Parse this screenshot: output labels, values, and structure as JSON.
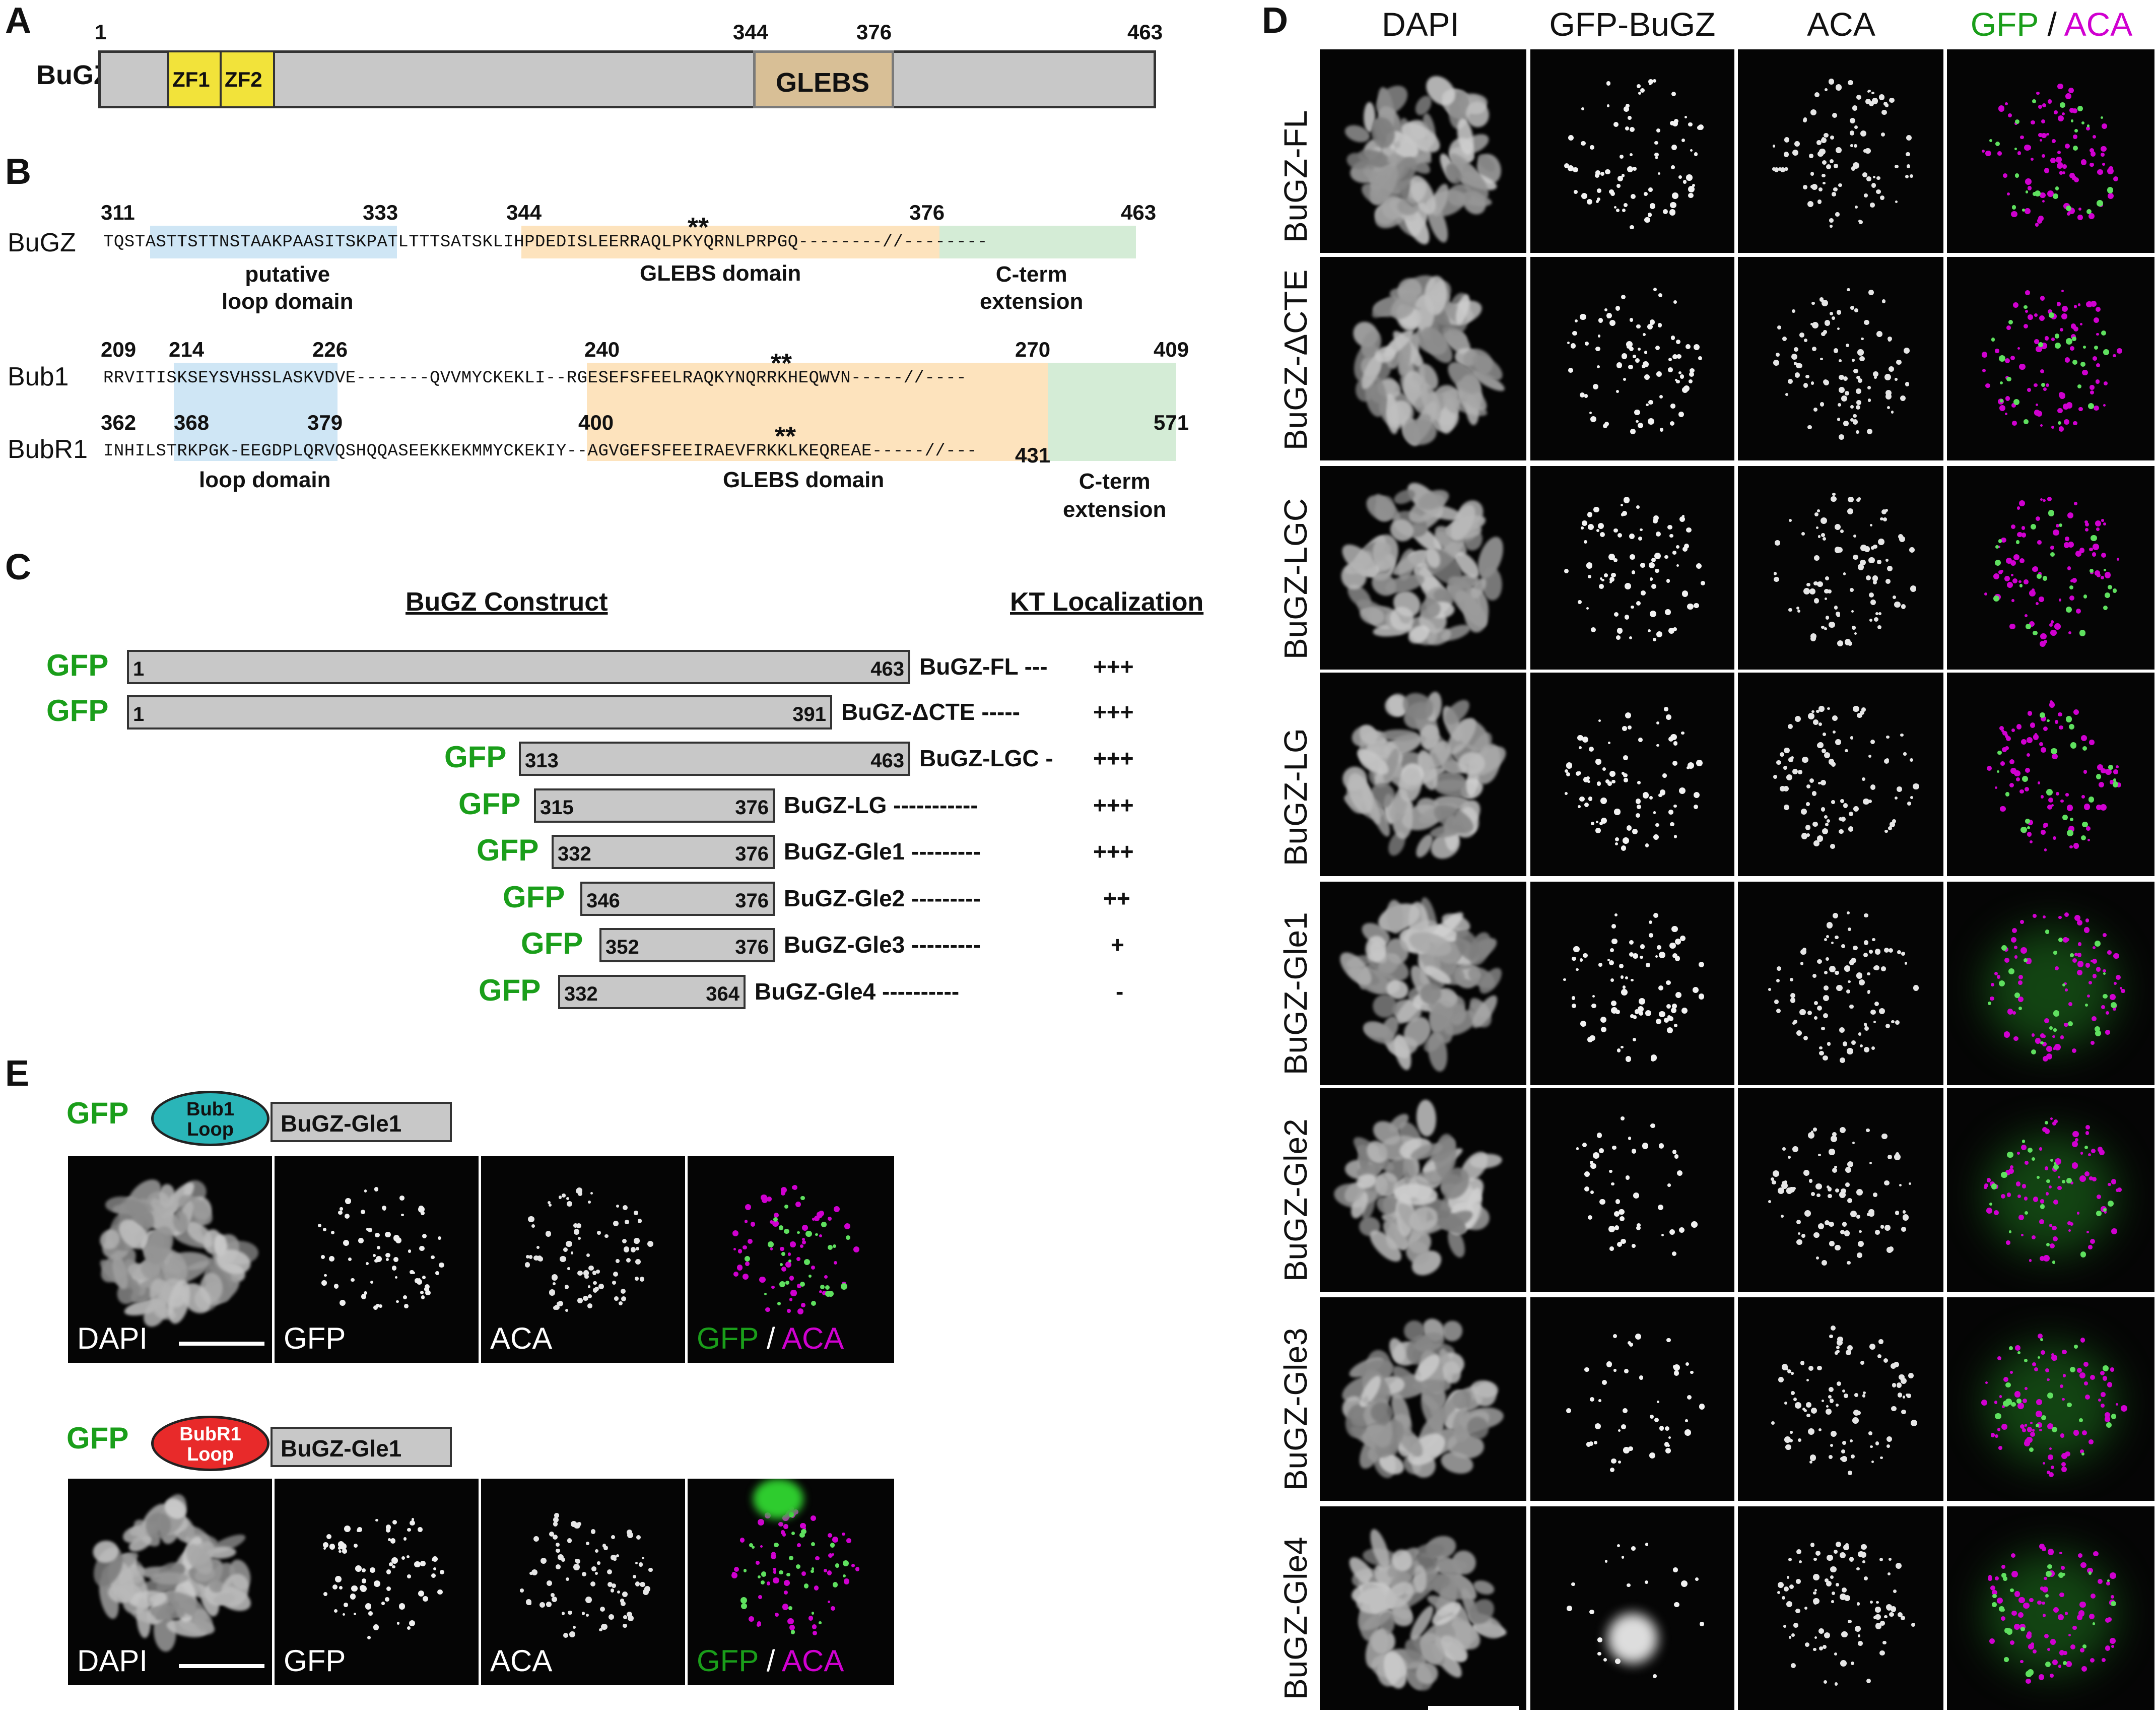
{
  "panels": {
    "A": "A",
    "B": "B",
    "C": "C",
    "D": "D",
    "E": "E"
  },
  "panelA": {
    "protein": "BuGZ",
    "start": "1",
    "end": "463",
    "domains": [
      {
        "label": "ZF1"
      },
      {
        "label": "ZF2"
      },
      {
        "label": "GLEBS",
        "start": "344",
        "end": "376"
      }
    ]
  },
  "panelB": {
    "rows": [
      {
        "name": "BuGZ",
        "numbers": [
          "311",
          "333",
          "344",
          "376",
          "463"
        ],
        "sequence": "TQSTASTTSTTNSTAAKPAASITSKPATLTTTSATSKLIHPDEDISLEERRAQLPKYQRNLPRPGQ--------//--------"
      },
      {
        "name": "Bub1",
        "numbers": [
          "209",
          "214",
          "226",
          "240",
          "270",
          "409"
        ],
        "sequence": "RRVITISKSEYSVHSSLASKVDVE-------QVVMYCKEKLI--RGESEFSFEELRAQKYNQRRKHEQWVN-----//----"
      },
      {
        "name": "BubR1",
        "numbers": [
          "362",
          "368",
          "379",
          "400",
          "431",
          "571"
        ],
        "sequence": "INHILSTRKPGK-EEGDPLQRVQSHQQASEEKKEKMMYCKEKIY--AGVGEFSFEEIRAEVFRKKLKEQREAE-----//---"
      }
    ],
    "stars": "**",
    "labels_top": {
      "loop": "putative\nloop domain",
      "glebs": "GLEBS domain",
      "cterm": "C-term\nextension"
    },
    "labels_bottom": {
      "loop": "loop domain",
      "glebs": "GLEBS domain",
      "cterm": "C-term\nextension"
    }
  },
  "panelC": {
    "header_construct": "BuGZ Construct",
    "header_kt": "KT Localization",
    "gfp": "GFP",
    "constructs": [
      {
        "start": "1",
        "end": "463",
        "name": "BuGZ-FL",
        "dashes": "---",
        "kt": "+++"
      },
      {
        "start": "1",
        "end": "391",
        "name": "BuGZ-ΔCTE",
        "dashes": "-----",
        "kt": "+++"
      },
      {
        "start": "313",
        "end": "463",
        "name": "BuGZ-LGC",
        "dashes": "-",
        "kt": "+++"
      },
      {
        "start": "315",
        "end": "376",
        "name": "BuGZ-LG",
        "dashes": "-----------",
        "kt": "+++"
      },
      {
        "start": "332",
        "end": "376",
        "name": "BuGZ-Gle1",
        "dashes": "---------",
        "kt": "+++"
      },
      {
        "start": "346",
        "end": "376",
        "name": "BuGZ-Gle2",
        "dashes": "---------",
        "kt": "++"
      },
      {
        "start": "352",
        "end": "376",
        "name": "BuGZ-Gle3",
        "dashes": "---------",
        "kt": "+"
      },
      {
        "start": "332",
        "end": "364",
        "name": "BuGZ-Gle4",
        "dashes": "----------",
        "kt": "-"
      }
    ]
  },
  "panelD": {
    "columns": [
      "DAPI",
      "GFP-BuGZ",
      "ACA"
    ],
    "merge_gfp": "GFP",
    "merge_sep": " / ",
    "merge_aca": "ACA",
    "rows": [
      "BuGZ-FL",
      "BuGZ-ΔCTE",
      "BuGZ-LGC",
      "BuGZ-LG",
      "BuGZ-Gle1",
      "BuGZ-Gle2",
      "BuGZ-Gle3",
      "BuGZ-Gle4"
    ]
  },
  "panelE": {
    "gfp": "GFP",
    "constructs": [
      {
        "loop_line1": "Bub1",
        "loop_line2": "Loop",
        "box": "BuGZ-Gle1",
        "loop_color": "#2ab5b8"
      },
      {
        "loop_line1": "BubR1",
        "loop_line2": "Loop",
        "box": "BuGZ-Gle1",
        "loop_color": "#e82a2a"
      }
    ],
    "image_labels": [
      "DAPI",
      "GFP",
      "ACA"
    ],
    "merge_gfp": "GFP",
    "merge_sep": " / ",
    "merge_aca": "ACA"
  },
  "colors": {
    "zf": "#f2e33a",
    "glebs": "#d8bf96",
    "loop_hl": "#cfe6f5",
    "glebs_hl": "#fde3bd",
    "cterm_hl": "#d4ecd6",
    "gfp_green": "#1a9e1a",
    "aca_magenta": "#d000d0"
  }
}
